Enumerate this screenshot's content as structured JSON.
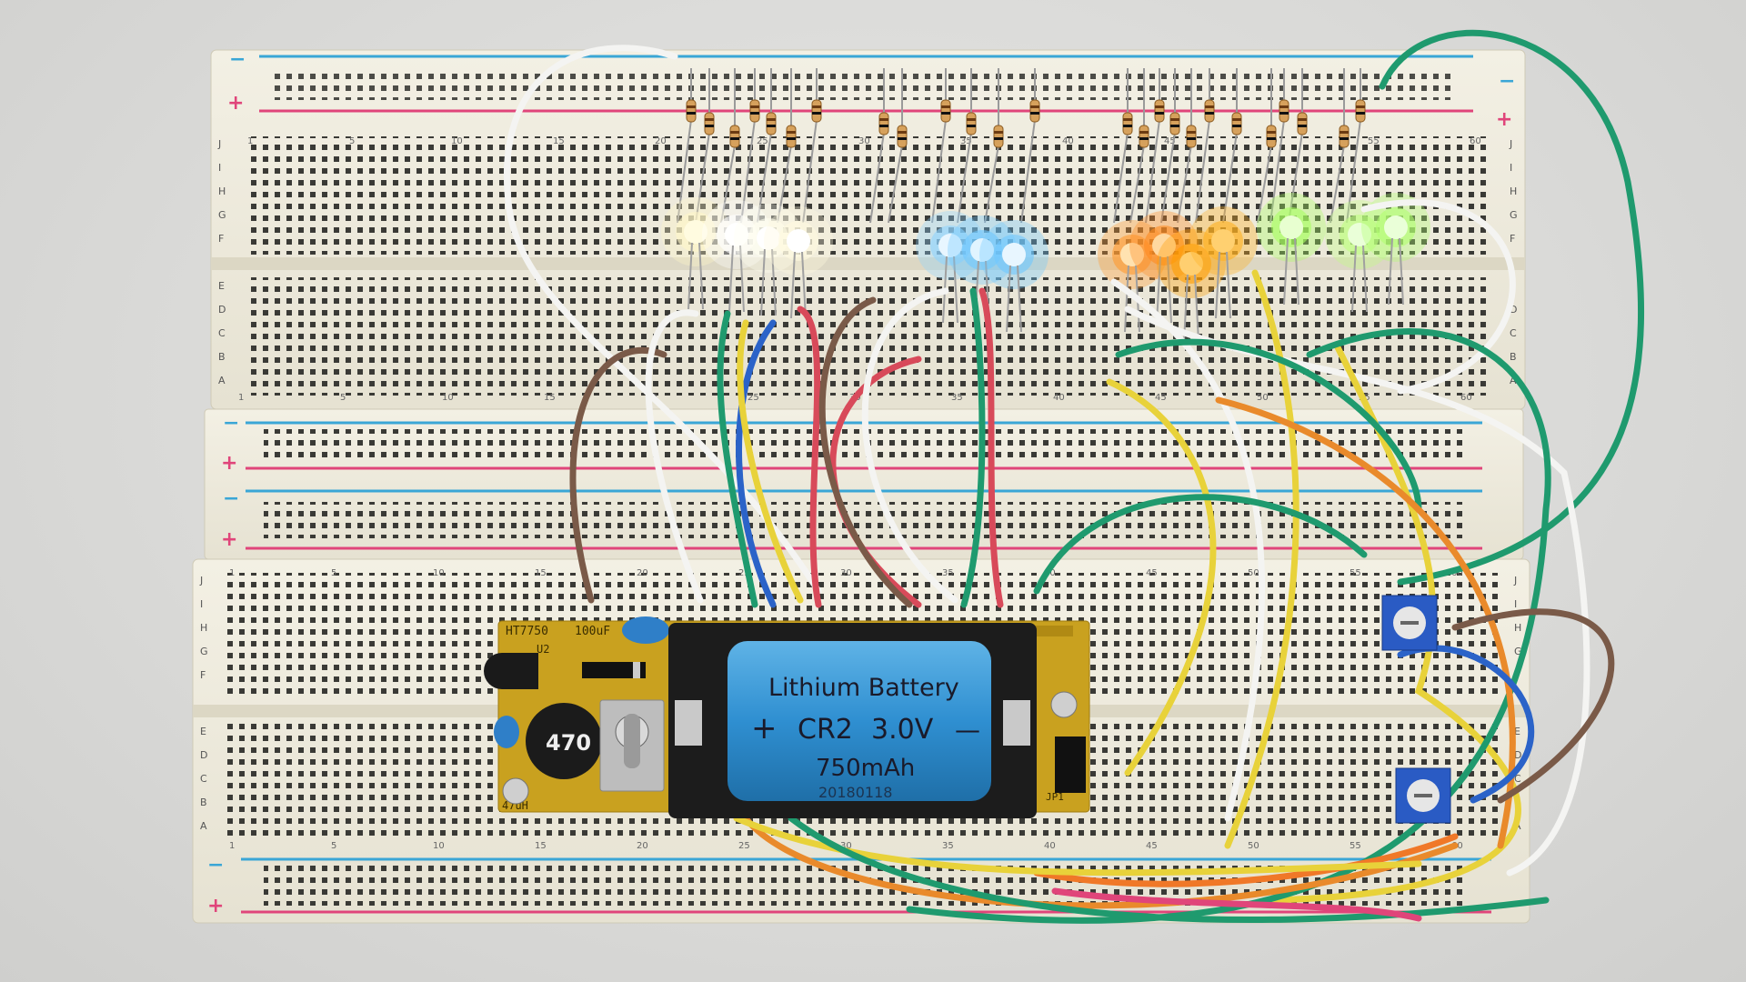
{
  "battery": {
    "line1": "Lithium Battery",
    "plus": "+",
    "model": "CR2",
    "voltage": "3.0V",
    "minus": "—",
    "capacity": "750mAh",
    "date_code": "20180118"
  },
  "module": {
    "inductor_value": "470",
    "chip_label": "HT7750",
    "cap_label": "100uF",
    "u2_label": "U2",
    "ind_label": "47uH",
    "jp_label": "JP1"
  },
  "breadboard": {
    "column_numbers_top": [
      "1",
      "5",
      "10",
      "15",
      "20",
      "25",
      "30",
      "35",
      "40",
      "45",
      "50",
      "55",
      "60"
    ],
    "row_letters_top": [
      "J",
      "I",
      "H",
      "G",
      "F"
    ],
    "row_letters_bottom": [
      "E",
      "D",
      "C",
      "B",
      "A"
    ],
    "rail_plus": "+",
    "rail_minus": "−"
  },
  "colors": {
    "board": "#efece0",
    "rail_red": "#e0457a",
    "rail_blue": "#3aa6d6",
    "pcb": "#c9a11f",
    "battery_blue": "#2f8fd1",
    "holder": "#1c1c1c",
    "trimmer": "#2a5bc4"
  },
  "leds": [
    {
      "color": "#fffbe0",
      "glow": "#fff6c8"
    },
    {
      "color": "#ffffff",
      "glow": "#ffffff"
    },
    {
      "color": "#ffffff",
      "glow": "#fffff0"
    },
    {
      "color": "#ffffff",
      "glow": "#fffae0"
    },
    {
      "color": "#e8f6ff",
      "glow": "#8fd4ff"
    },
    {
      "color": "#e0f4ff",
      "glow": "#6fc8ff"
    },
    {
      "color": "#e8f6ff",
      "glow": "#6fc8ff"
    },
    {
      "color": "#ffe2b0",
      "glow": "#ff9a30"
    },
    {
      "color": "#ffd8a0",
      "glow": "#ff8a20"
    },
    {
      "color": "#ffcf70",
      "glow": "#ff9d00"
    },
    {
      "color": "#ffd070",
      "glow": "#ffb020"
    },
    {
      "color": "#e8ffd0",
      "glow": "#a8ff60"
    },
    {
      "color": "#eaffd8",
      "glow": "#c0ff80"
    },
    {
      "color": "#eaffd8",
      "glow": "#b0ff70"
    }
  ]
}
